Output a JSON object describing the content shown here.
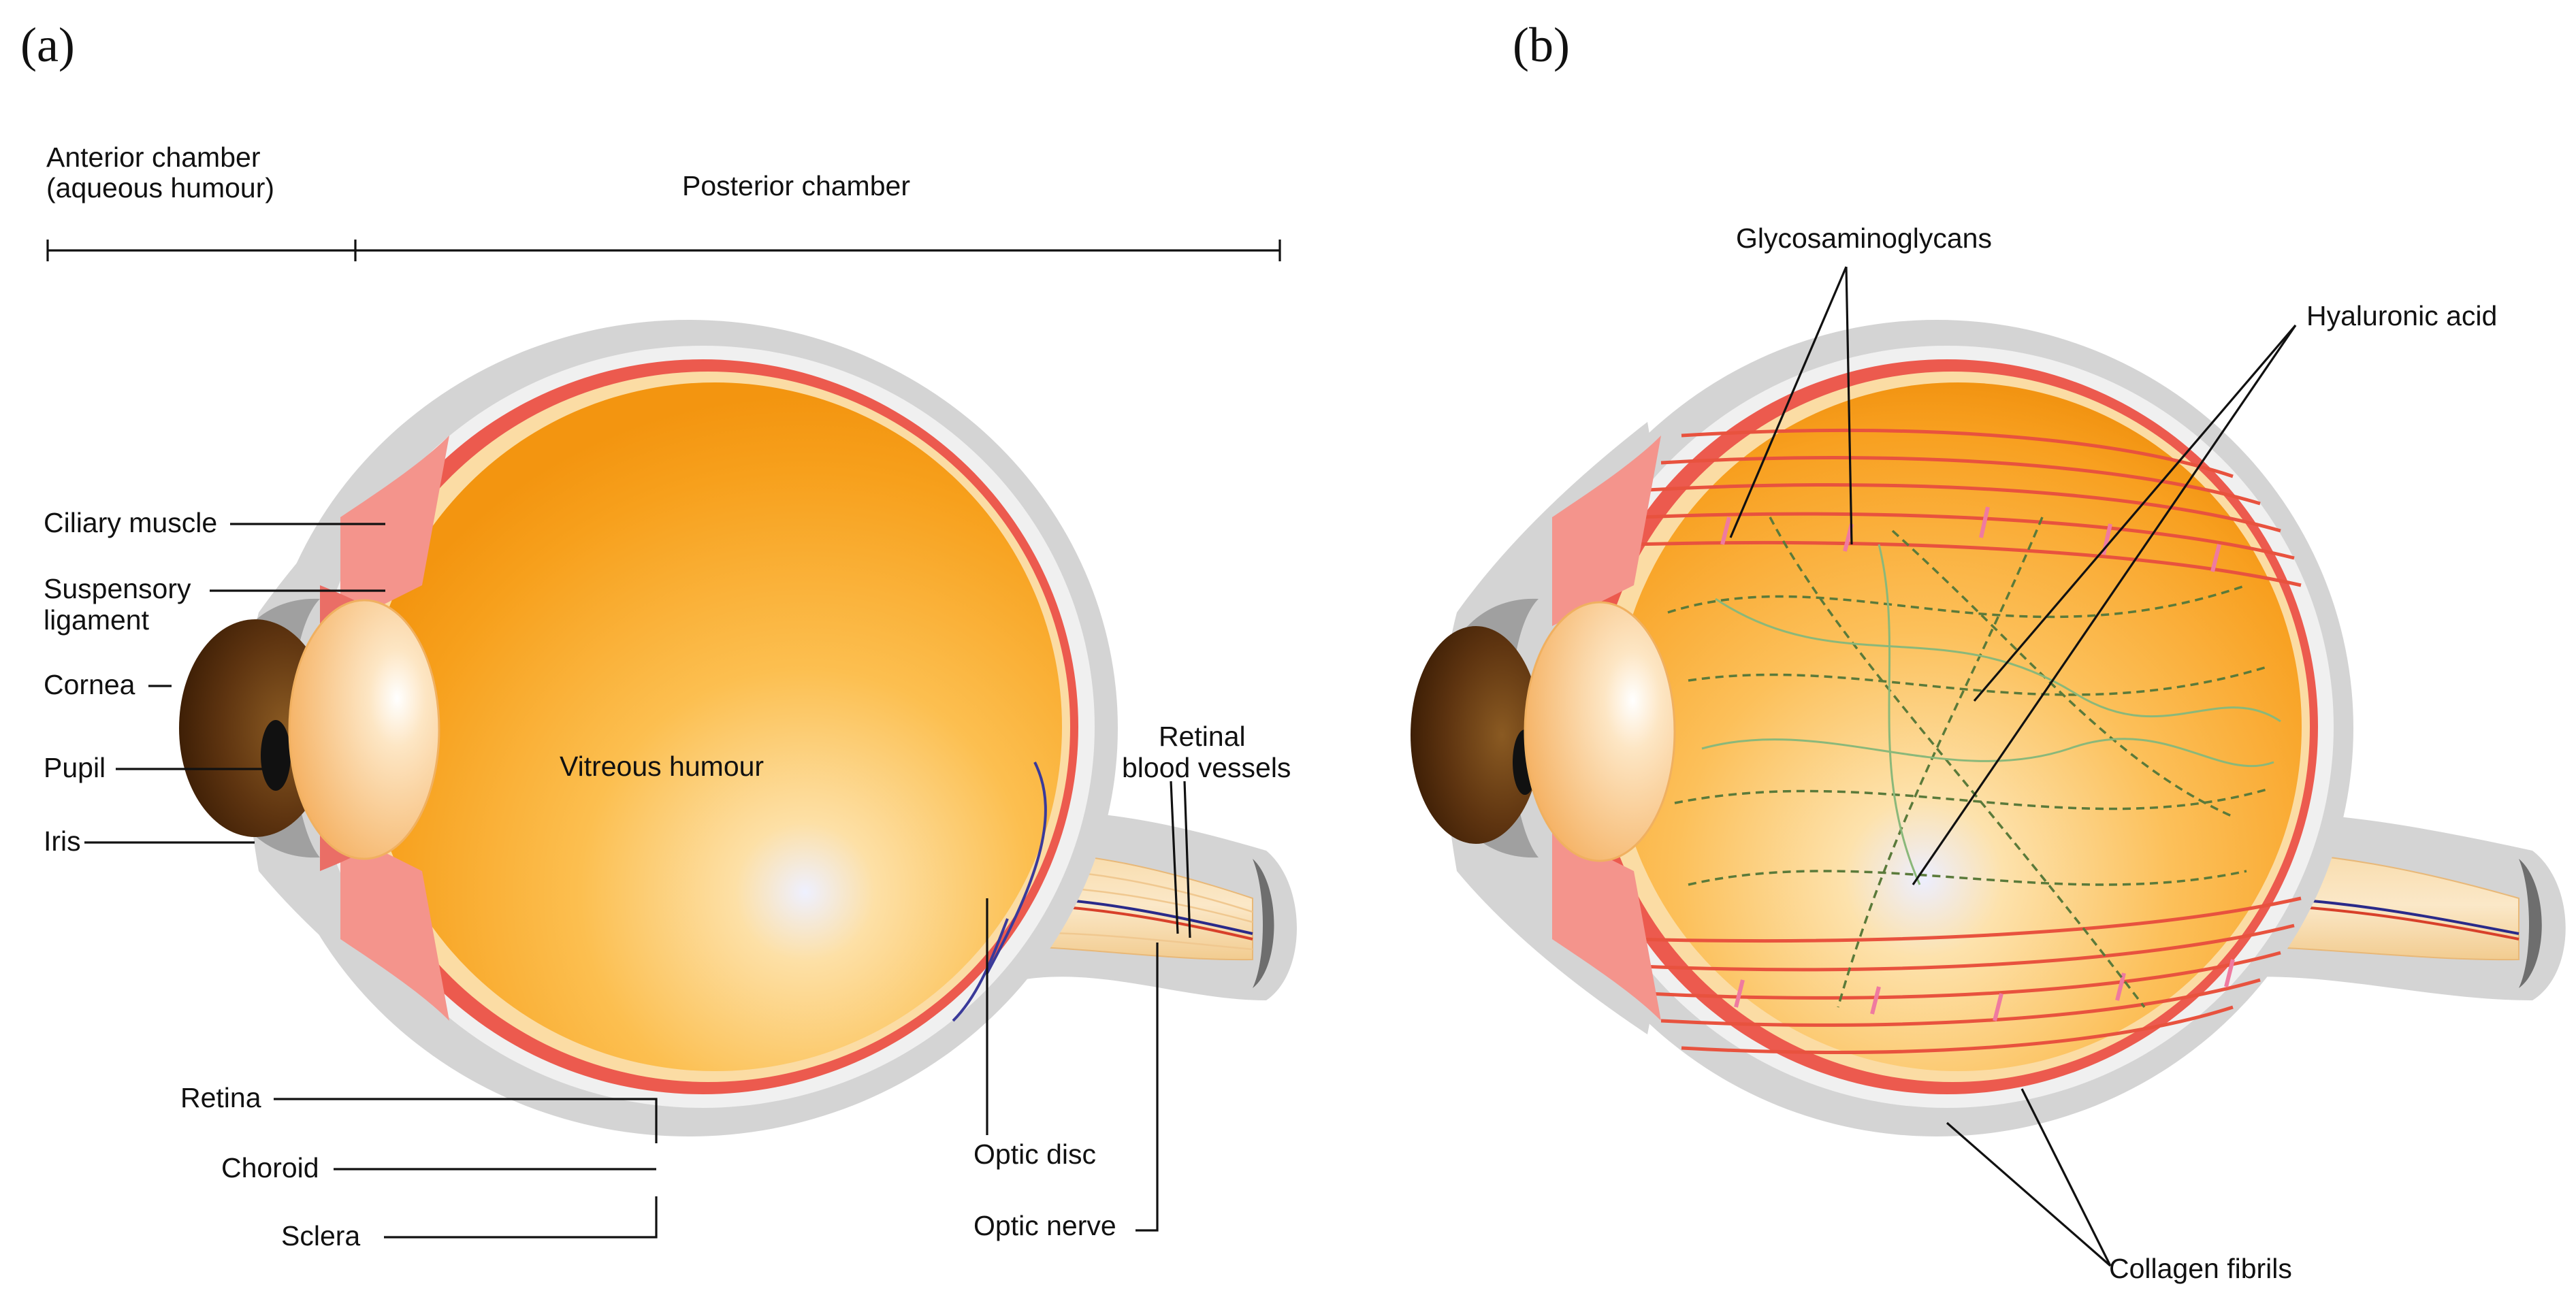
{
  "panel_a": {
    "tag": "(a)",
    "top_labels": {
      "anterior_line1": "Anterior chamber",
      "anterior_line2": "(aqueous humour)",
      "posterior": "Posterior chamber"
    },
    "labels": {
      "ciliary_muscle": "Ciliary muscle",
      "suspensory_line1": "Suspensory",
      "suspensory_line2": "ligament",
      "cornea": "Cornea",
      "pupil": "Pupil",
      "iris": "Iris",
      "vitreous": "Vitreous humour",
      "retinal_line1": "Retinal",
      "retinal_line2": "blood vessels",
      "retina": "Retina",
      "choroid": "Choroid",
      "sclera": "Sclera",
      "optic_disc": "Optic disc",
      "optic_nerve": "Optic nerve"
    }
  },
  "panel_b": {
    "tag": "(b)",
    "labels": {
      "glycosaminoglycans": "Glycosaminoglycans",
      "hyaluronic": "Hyaluronic acid",
      "collagen": "Collagen fibrils"
    }
  },
  "colors": {
    "sclera_gray": "#d4d4d4",
    "choroid_red": "#ec5a4e",
    "retina_cream": "#fbdca4",
    "vitreous_orange": "#f8a018",
    "iris_brown": "#5e3410",
    "ciliary_pink": "#f4948c",
    "collagen_line": "#e8523e",
    "gag_green": "#5a7a3a"
  }
}
